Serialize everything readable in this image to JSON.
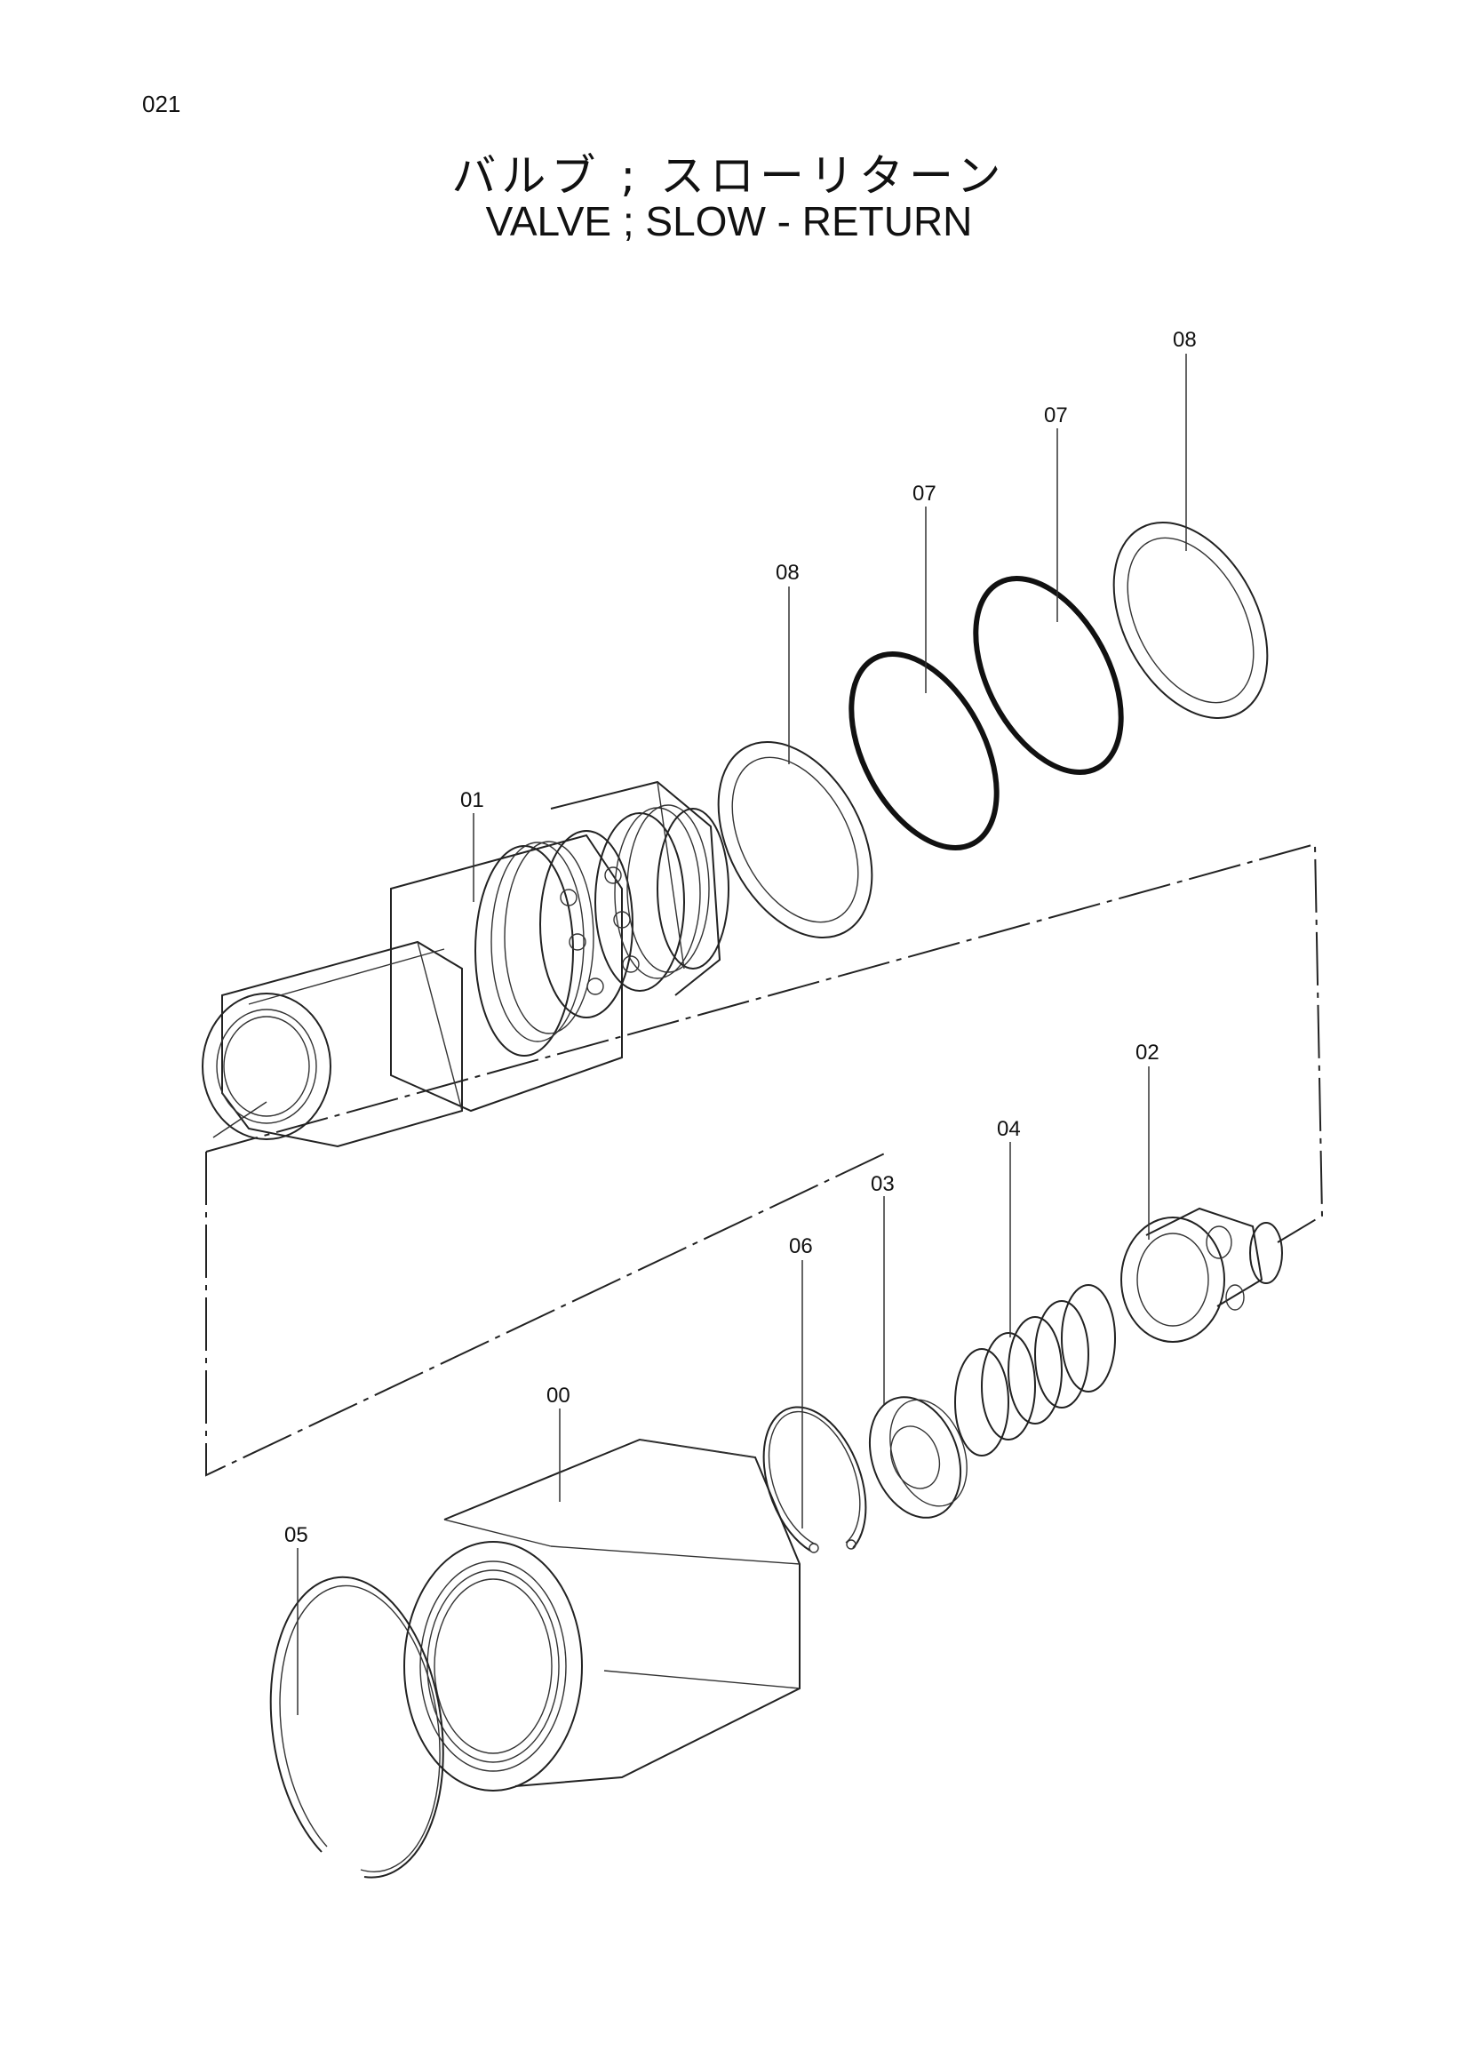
{
  "page": {
    "number": "021",
    "title_jp": "バルブ ; スローリターン",
    "title_en": "VALVE ; SLOW - RETURN"
  },
  "callouts": {
    "c00": "00",
    "c01": "01",
    "c02": "02",
    "c03": "03",
    "c04": "04",
    "c05": "05",
    "c06": "06",
    "c07a": "07",
    "c07b": "07",
    "c08a": "08",
    "c08b": "08"
  }
}
